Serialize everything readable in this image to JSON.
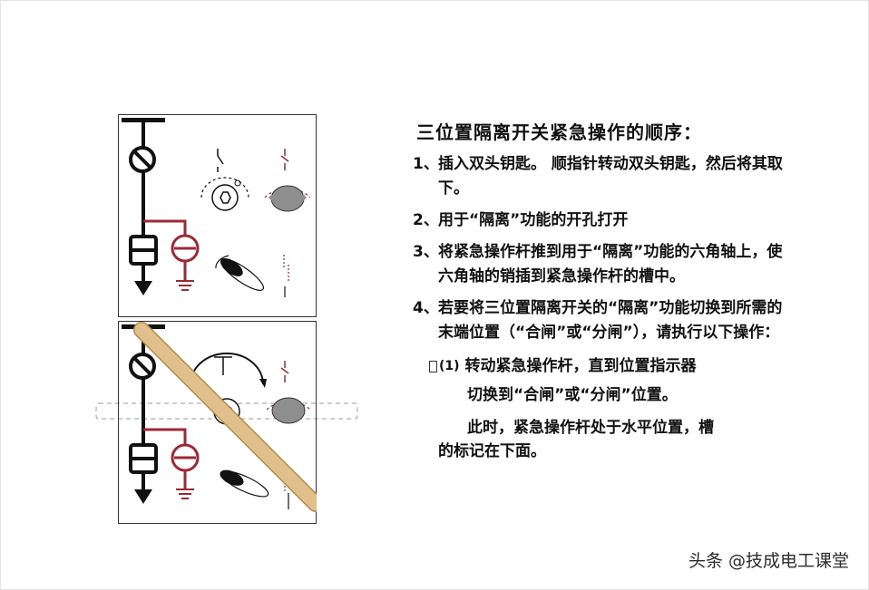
{
  "title": "三位置隔离开关紧急操作的顺序：",
  "steps": [
    {
      "num": "1、",
      "text": "插入双头钥匙。 顺指针转动双头钥匙，然后将其取下。"
    },
    {
      "num": "2、",
      "text": "用于“隔离”功能的开孔打开"
    },
    {
      "num": "3、",
      "text": "将紧急操作杆推到用于“隔离”功能的六角轴上，使六角轴的销插到紧急操作杆的槽中。"
    },
    {
      "num": "4、",
      "text": "若要将三位置隔离开关的“隔离”功能切换到所需的末端位置（“合闸”或“分闸”），请执行以下操作："
    }
  ],
  "substep": {
    "num": "(1)",
    "line1": "转动紧急操作杆，直到位置指示器",
    "line2": "切换到“合闸”或“分闸”位置。",
    "line3": "此时，紧急操作杆处于水平位置，槽",
    "line4": "的标记在下面。"
  },
  "watermark": "头条 @技成电工课堂",
  "colors": {
    "accent_red": "#9b2a35",
    "rod": "#e2c08d",
    "rod_outline": "#b48a4e",
    "knob_gray": "#8e8e8e"
  }
}
